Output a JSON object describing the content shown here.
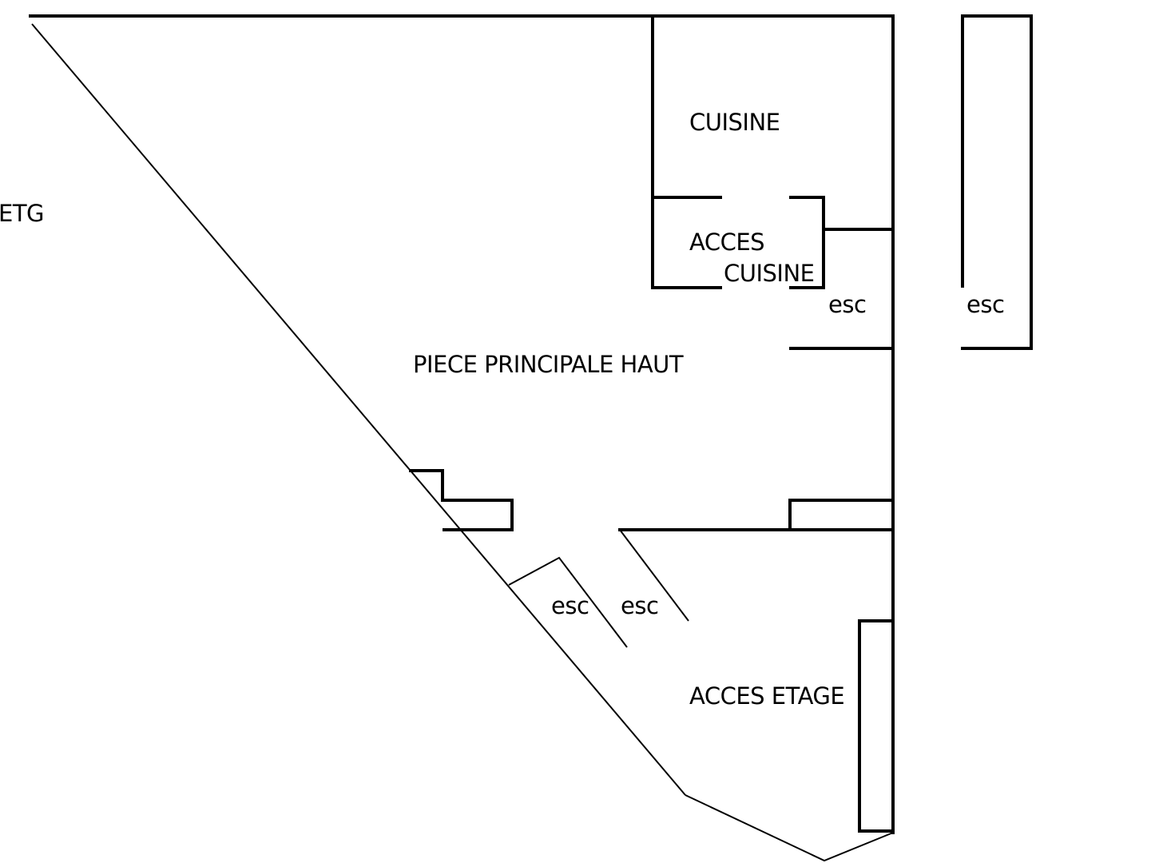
{
  "rooms": {
    "cuisine": "CUISINE",
    "acces_cuisine_line1": "ACCES",
    "acces_cuisine_line2": "CUISINE",
    "piece_principale": "PIECE PRINCIPALE HAUT",
    "acces_etage": "ACCES ETAGE",
    "etg": "ETG"
  },
  "stairs": {
    "esc_right_inner": "esc",
    "esc_right_outer": "esc",
    "esc_lower_left": "esc",
    "esc_lower_right": "esc"
  },
  "colors": {
    "line": "#000000",
    "background": "#ffffff"
  }
}
